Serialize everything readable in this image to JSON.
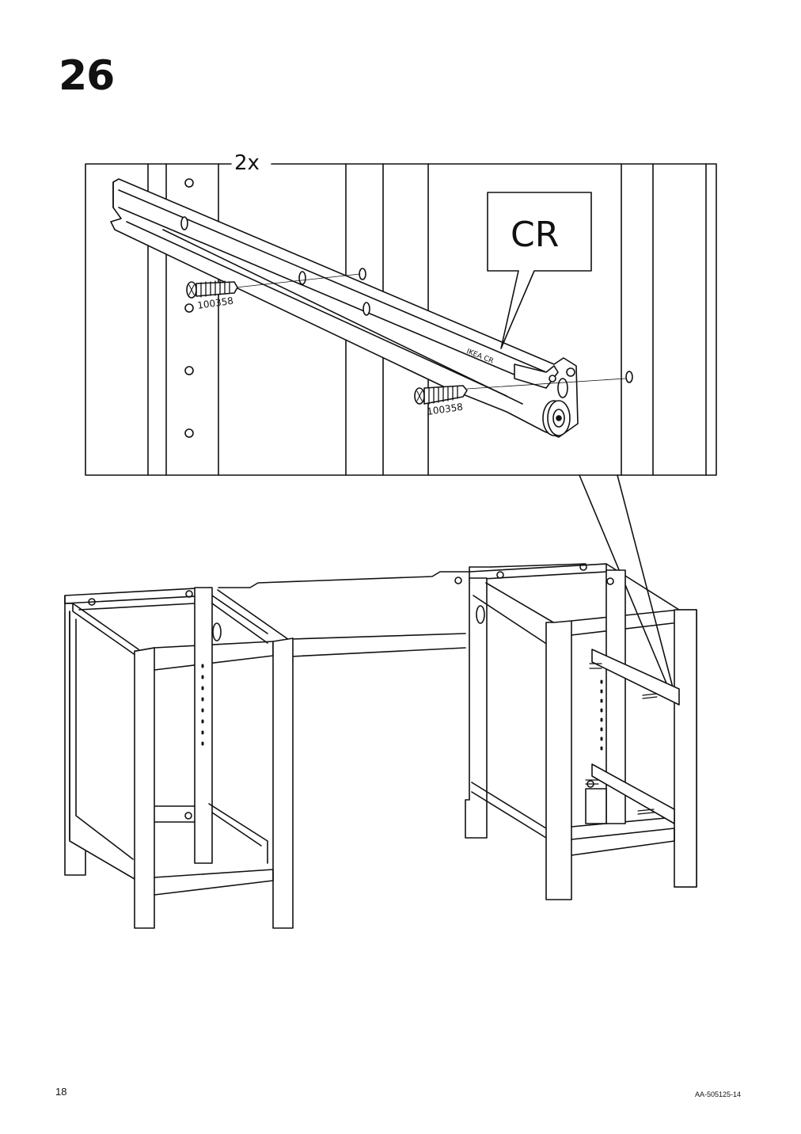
{
  "step": {
    "number": "26"
  },
  "detail": {
    "quantity": "2x",
    "rail_label": "CR",
    "rail_stamp": "IKEA CR",
    "screw_part_number": "100358",
    "screw_count_shown": 2
  },
  "footer": {
    "page_number": "18",
    "doc_code": "AA-505125-14"
  },
  "colors": {
    "line": "#111111",
    "background": "#ffffff"
  },
  "icons": [
    "screw-icon",
    "drawer-rail",
    "desk-frame"
  ]
}
